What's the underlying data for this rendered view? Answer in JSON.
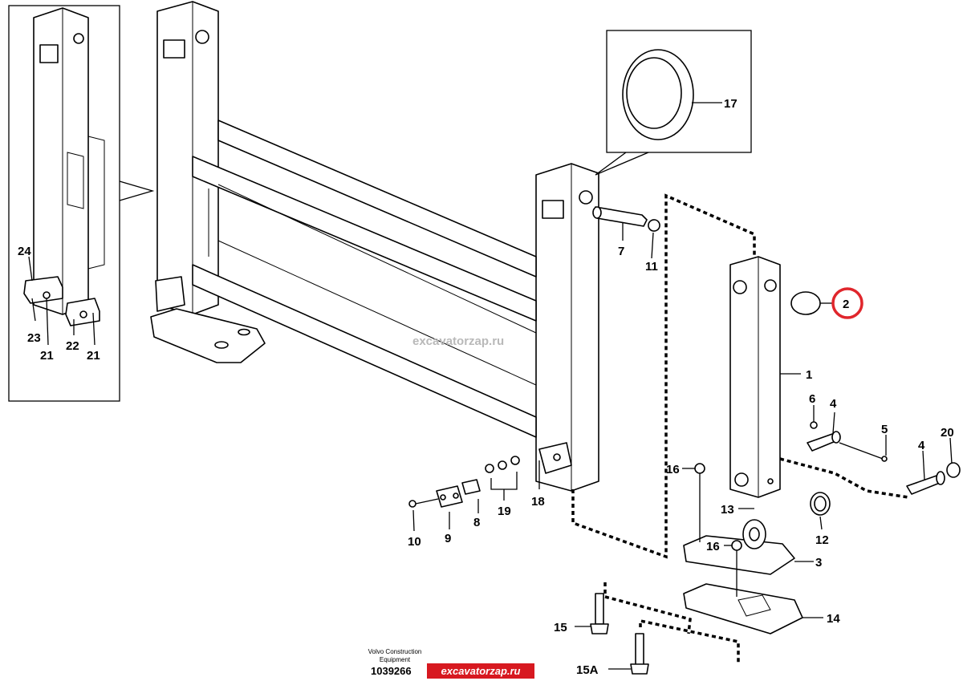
{
  "callouts": [
    {
      "id": "1",
      "text": "1"
    },
    {
      "id": "2",
      "text": "2"
    },
    {
      "id": "3",
      "text": "3"
    },
    {
      "id": "4a",
      "text": "4"
    },
    {
      "id": "4b",
      "text": "4"
    },
    {
      "id": "5",
      "text": "5"
    },
    {
      "id": "6",
      "text": "6"
    },
    {
      "id": "7",
      "text": "7"
    },
    {
      "id": "8",
      "text": "8"
    },
    {
      "id": "9",
      "text": "9"
    },
    {
      "id": "10",
      "text": "10"
    },
    {
      "id": "11",
      "text": "11"
    },
    {
      "id": "12",
      "text": "12"
    },
    {
      "id": "13",
      "text": "13"
    },
    {
      "id": "14",
      "text": "14"
    },
    {
      "id": "15",
      "text": "15"
    },
    {
      "id": "15A",
      "text": "15A"
    },
    {
      "id": "16a",
      "text": "16"
    },
    {
      "id": "16b",
      "text": "16"
    },
    {
      "id": "17",
      "text": "17"
    },
    {
      "id": "18",
      "text": "18"
    },
    {
      "id": "19",
      "text": "19"
    },
    {
      "id": "20",
      "text": "20"
    },
    {
      "id": "21a",
      "text": "21"
    },
    {
      "id": "21b",
      "text": "21"
    },
    {
      "id": "22",
      "text": "22"
    },
    {
      "id": "23",
      "text": "23"
    },
    {
      "id": "24",
      "text": "24"
    }
  ],
  "highlight": {
    "callout": "2",
    "color": "#e0262c"
  },
  "watermark": "excavatorzap.ru",
  "footer": {
    "maker_line1": "Volvo Construction",
    "maker_line2": "Equipment",
    "drawing_number": "1039266",
    "badge_text": "excavatorzap.ru",
    "badge_color": "#d71920"
  }
}
